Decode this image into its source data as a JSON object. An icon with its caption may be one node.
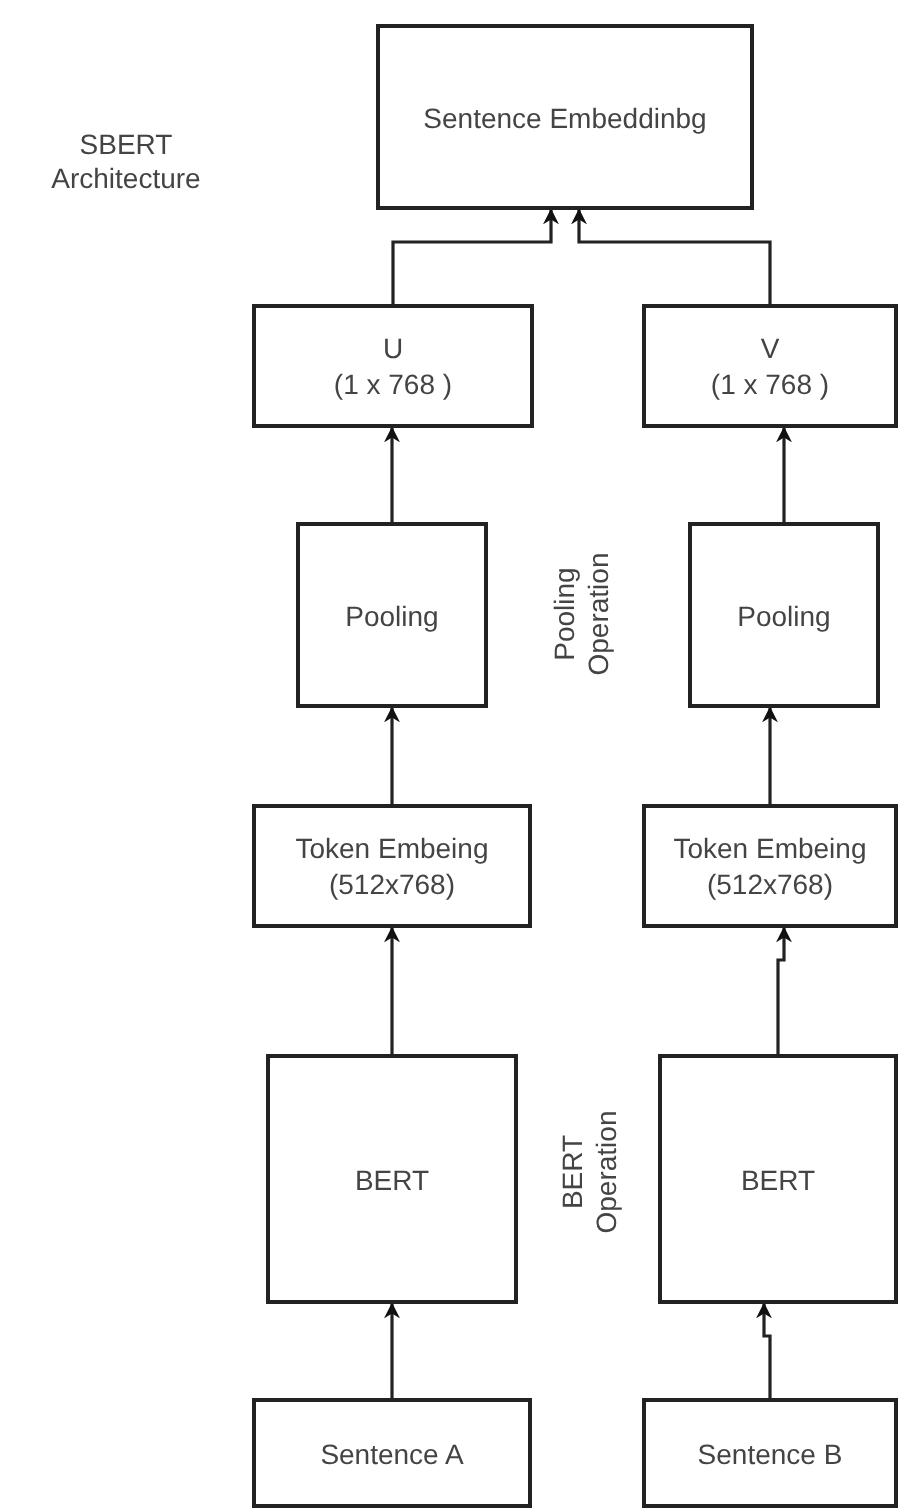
{
  "diagram": {
    "nodes": [
      {
        "text": [
          "Sentence Embeddinbg"
        ]
      },
      {
        "text": [
          "U",
          "(1 x 768 )"
        ]
      },
      {
        "text": [
          "V",
          "(1 x 768 )"
        ]
      },
      {
        "text": [
          "Pooling"
        ]
      },
      {
        "text": [
          "Pooling"
        ]
      },
      {
        "text": [
          "Token Embeing",
          "(512x768)"
        ]
      },
      {
        "text": [
          "Token Embeing",
          "(512x768)"
        ]
      },
      {
        "text": [
          "BERT"
        ]
      },
      {
        "text": [
          "BERT"
        ]
      },
      {
        "text": [
          "Sentence A"
        ]
      },
      {
        "text": [
          "Sentence B"
        ]
      }
    ],
    "edges": [
      {
        "from": 1,
        "to": 0,
        "arrow": "to"
      },
      {
        "from": 2,
        "to": 0,
        "arrow": "to"
      },
      {
        "from": 3,
        "to": 1,
        "arrow": "to"
      },
      {
        "from": 4,
        "to": 2,
        "arrow": "to"
      },
      {
        "from": 5,
        "to": 3,
        "arrow": "to"
      },
      {
        "from": 6,
        "to": 4,
        "arrow": "to"
      },
      {
        "from": 7,
        "to": 5,
        "arrow": "to"
      },
      {
        "from": 8,
        "to": 6,
        "arrow": "to"
      },
      {
        "from": 9,
        "to": 7,
        "arrow": "to"
      },
      {
        "from": 10,
        "to": 8,
        "arrow": "to"
      }
    ],
    "labels": [
      "SBERT Architecture",
      "Pooling Operation",
      "BERT Operation"
    ]
  }
}
